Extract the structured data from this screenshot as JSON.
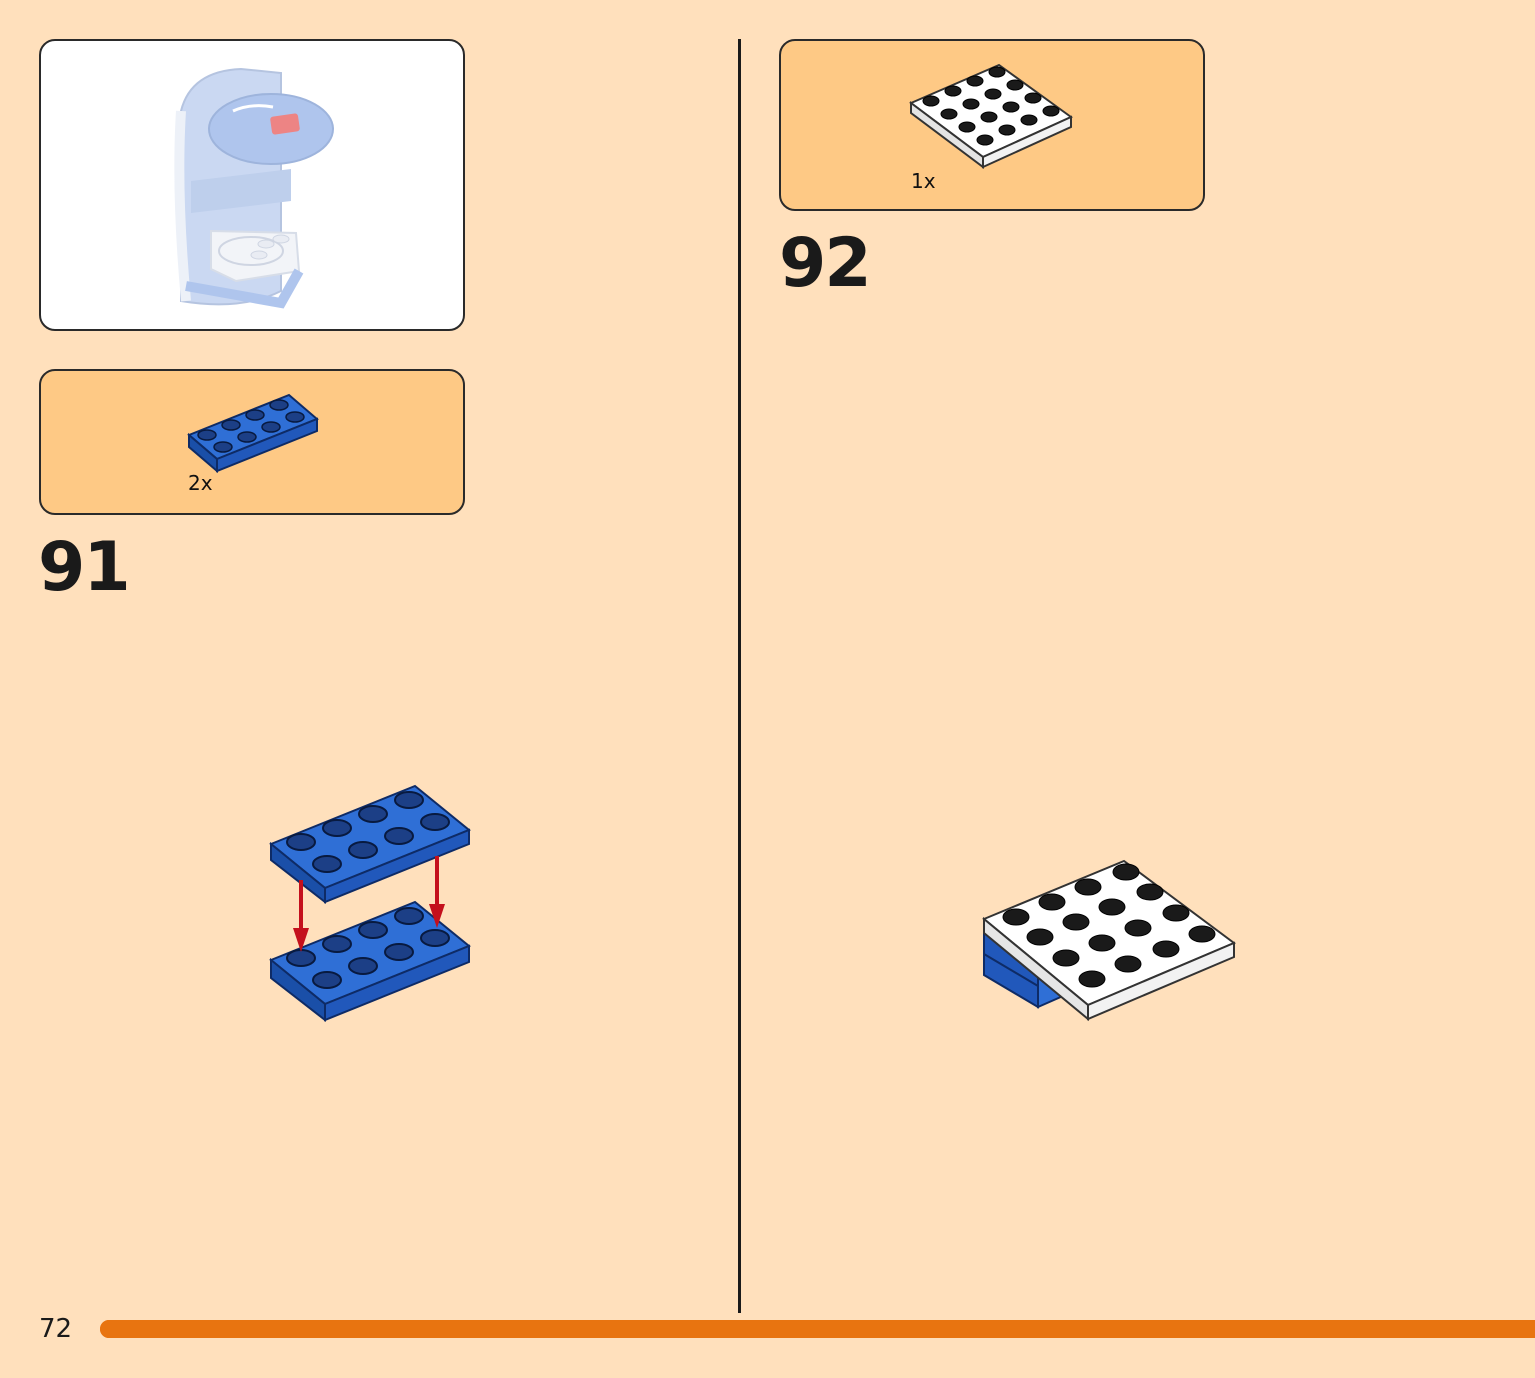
{
  "page": {
    "number": "72"
  },
  "steps": [
    {
      "number": "91",
      "parts": [
        {
          "quantity": "2x",
          "part": "plate-2x4-blue"
        }
      ]
    },
    {
      "number": "92",
      "parts": [
        {
          "quantity": "1x",
          "part": "plate-4x4-white"
        }
      ]
    }
  ],
  "colors": {
    "background": "#ffe0bc",
    "parts_panel": "#fec985",
    "brick_blue": "#1f5fc4",
    "brick_white": "#ffffff",
    "arrow_red": "#c4101c",
    "progress_bar": "#e87410"
  },
  "progress": {
    "fraction": 1.0
  },
  "icons": {
    "preview": "finished-model-icon",
    "arrow": "down-arrow-icon"
  }
}
